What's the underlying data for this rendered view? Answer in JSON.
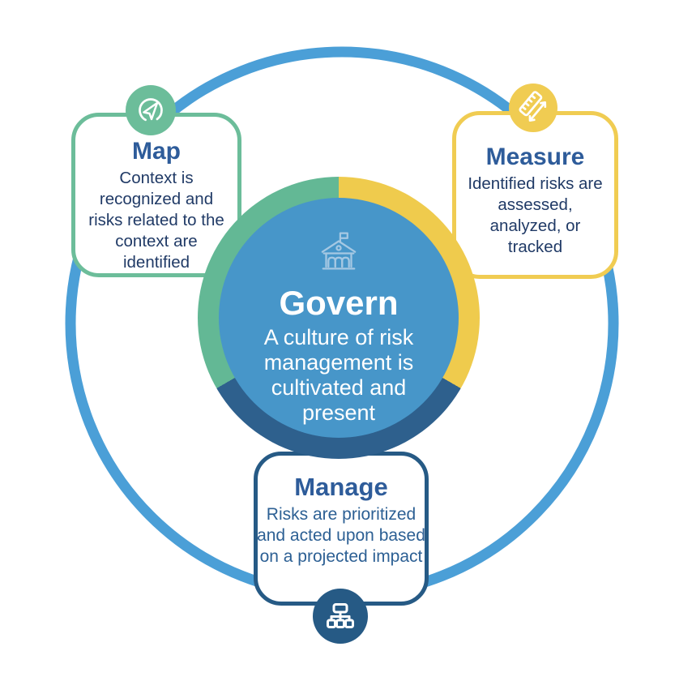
{
  "diagram": {
    "title_semantic": "AI Risk Management Framework cycle",
    "outer_ring_color": "#4B9FD7",
    "center": {
      "title": "Govern",
      "description": "A culture of risk management is cultivated and present",
      "icon": "government-building-icon",
      "disc_color": "#4796C9",
      "ring_segment_colors": {
        "green": "#63B895",
        "yellow": "#EFCB4D",
        "navy": "#2E608D"
      },
      "text_color": "#FFFFFF",
      "icon_color": "#A5C8E3"
    },
    "nodes": [
      {
        "id": "map",
        "title": "Map",
        "description": "Context is recognized and risks related to the context are identified",
        "accent_color": "#6CBD9A",
        "icon": "navigation-send-icon",
        "title_color": "#2E5C9A",
        "body_color": "#203A66"
      },
      {
        "id": "measure",
        "title": "Measure",
        "description": "Identified risks are assessed, analyzed, or tracked",
        "accent_color": "#F0CC52",
        "icon": "ruler-measure-icon",
        "title_color": "#2E5C9A",
        "body_color": "#203A66"
      },
      {
        "id": "manage",
        "title": "Manage",
        "description": "Risks are prioritized and acted upon based on a projected impact",
        "accent_color": "#265A85",
        "icon": "org-chart-icon",
        "title_color": "#2E5C9A",
        "body_color": "#2D6094"
      }
    ]
  }
}
